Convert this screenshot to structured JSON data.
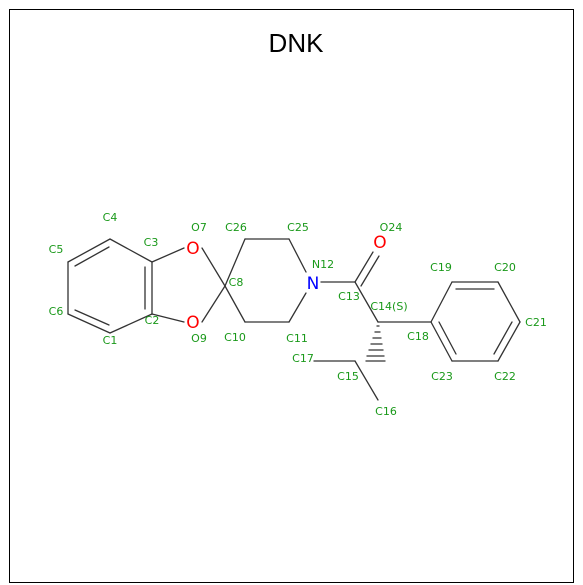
{
  "title": "DNK",
  "colors": {
    "label": "#1a991a",
    "oxygen": "#ff0000",
    "nitrogen": "#0000ff",
    "bond": "#333333"
  },
  "atoms": {
    "O7": "O",
    "O9": "O",
    "O24": "O",
    "N12": "N"
  },
  "labels": {
    "C1": "C1",
    "C2": "C2",
    "C3": "C3",
    "C4": "C4",
    "C5": "C5",
    "C6": "C6",
    "O7": "O7",
    "C8": "C8",
    "O9": "O9",
    "C10": "C10",
    "C11": "C11",
    "N12": "N12",
    "C13": "C13",
    "C14": "C14(S)",
    "C15": "C15",
    "C16": "C16",
    "C17": "C17",
    "C18": "C18",
    "C19": "C19",
    "C20": "C20",
    "C21": "C21",
    "C22": "C22",
    "C23": "C23",
    "O24": "O24",
    "C25": "C25",
    "C26": "C26"
  }
}
